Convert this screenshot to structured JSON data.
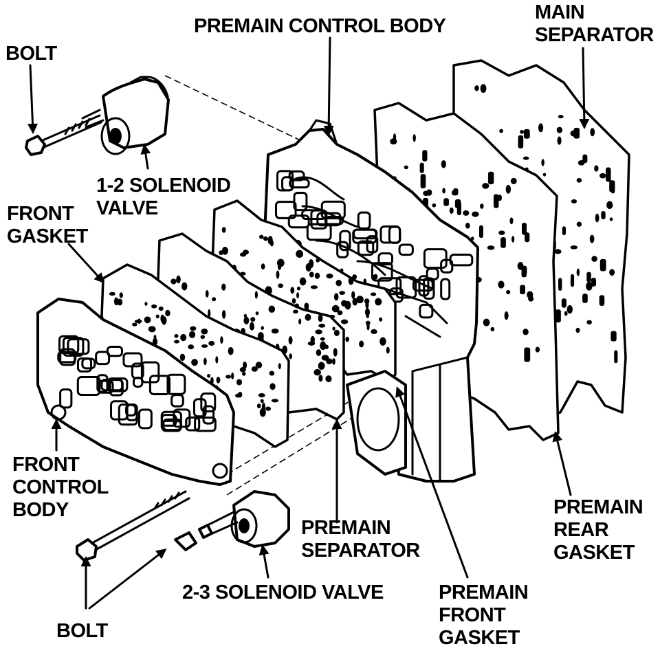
{
  "labels": {
    "premain_control_body": "PREMAIN CONTROL BODY",
    "main_separator": [
      "MAIN",
      "SEPARATOR"
    ],
    "bolt_top": "BOLT",
    "solenoid_12": [
      "1-2 SOLENOID",
      "VALVE"
    ],
    "front_gasket": [
      "FRONT",
      "GASKET"
    ],
    "front_control_body": [
      "FRONT",
      "CONTROL",
      "BODY"
    ],
    "premain_separator": [
      "PREMAIN",
      "SEPARATOR"
    ],
    "premain_rear_gasket": [
      "PREMAIN",
      "REAR",
      "GASKET"
    ],
    "solenoid_23": "2-3 SOLENOID VALVE",
    "premain_front_gasket": [
      "PREMAIN",
      "FRONT",
      "GASKET"
    ],
    "bolt_bottom": "BOLT"
  },
  "colors": {
    "ink": "#000000",
    "paper": "#ffffff"
  }
}
